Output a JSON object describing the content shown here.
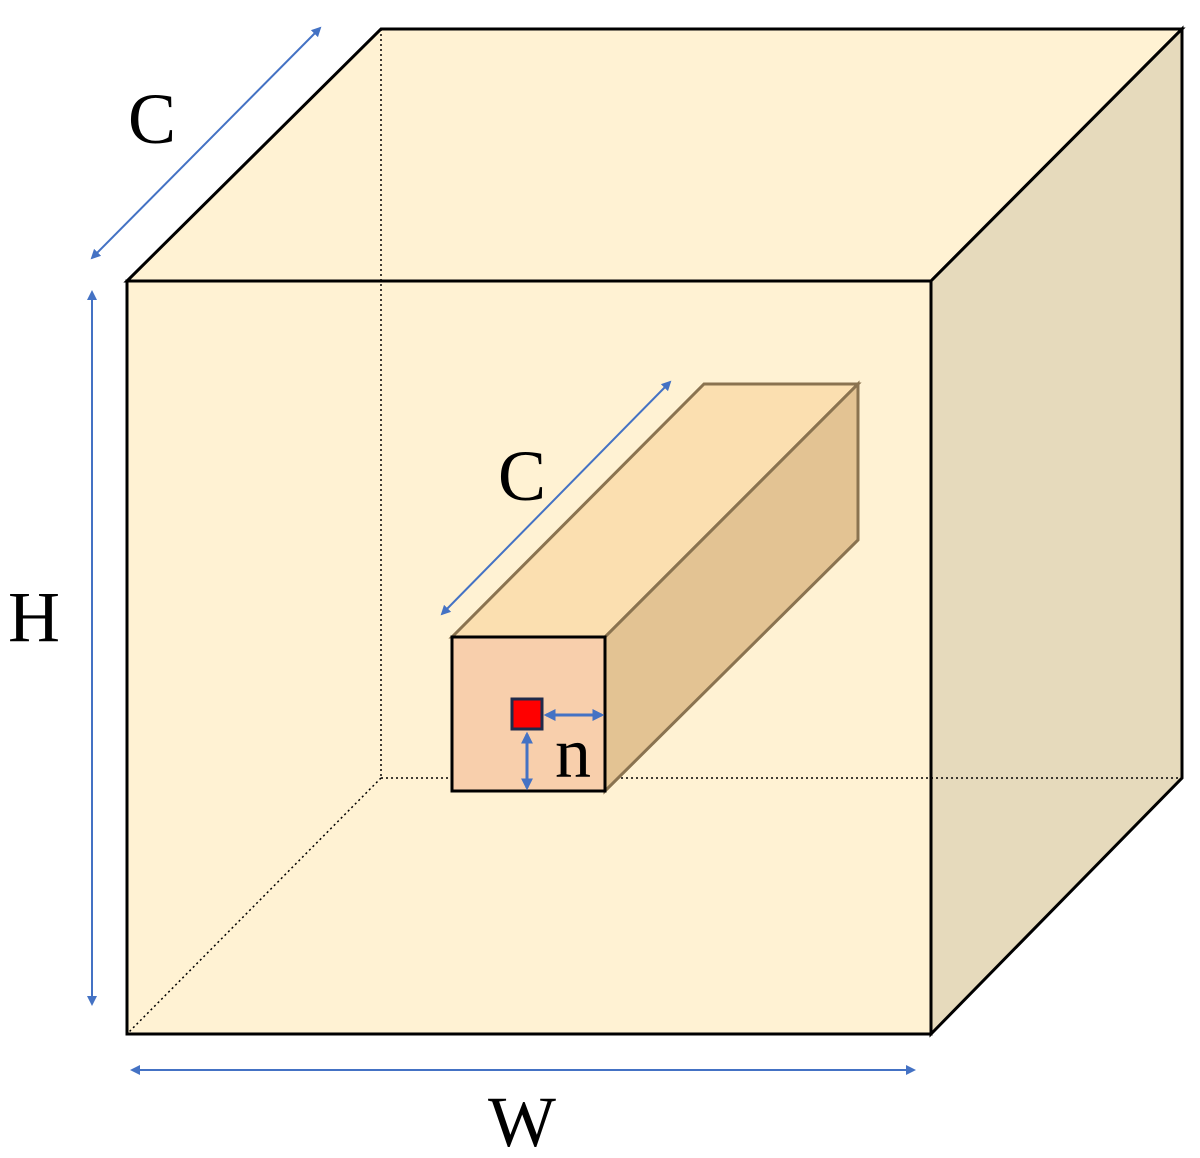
{
  "labels": {
    "depth_outer": "C",
    "height": "H",
    "width": "W",
    "depth_inner": "C",
    "patch": "n"
  },
  "colors": {
    "cube_front": "#fff2d3",
    "cube_top": "#fff2d3",
    "cube_side": "#e6dabc",
    "bar_front": "#f8cfac",
    "bar_top": "#fbdfb0",
    "bar_side": "#e3c393",
    "bar_edge": "#8a7350",
    "cell": "#ff0000",
    "cell_border": "#1f2a4a",
    "arrow": "#4472c4",
    "edge": "#000000"
  }
}
